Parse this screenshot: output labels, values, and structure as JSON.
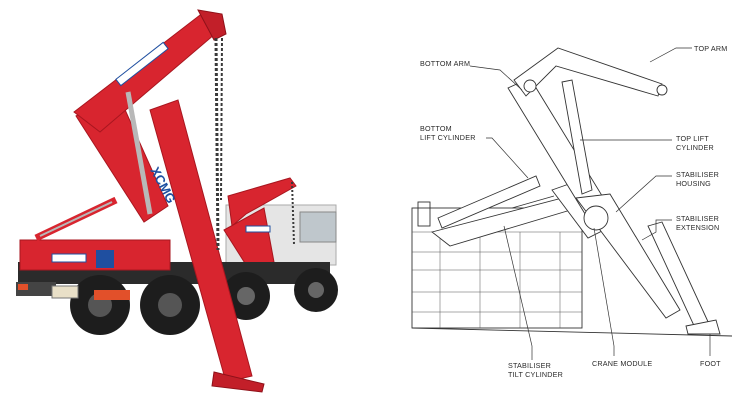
{
  "photo": {
    "brand_text": "XCMG",
    "colors": {
      "body_red": "#d8252f",
      "dark_red": "#a8161f",
      "chassis": "#2b2b2b",
      "tire": "#1d1d1d",
      "cab": "#d9d9d9",
      "chain": "#3a3a3a"
    }
  },
  "diagram": {
    "labels": {
      "bottom_arm": "BOTTOM ARM",
      "top_arm": "TOP ARM",
      "bottom_lift_cylinder_1": "BOTTOM",
      "bottom_lift_cylinder_2": "LIFT CYLINDER",
      "top_lift_cylinder_1": "TOP LIFT",
      "top_lift_cylinder_2": "CYLINDER",
      "stabiliser_housing_1": "STABILISER",
      "stabiliser_housing_2": "HOUSING",
      "stabiliser_extension_1": "STABILISER",
      "stabiliser_extension_2": "EXTENSION",
      "stabiliser_tilt_cylinder_1": "STABILISER",
      "stabiliser_tilt_cylinder_2": "TILT CYLINDER",
      "crane_module": "CRANE MODULE",
      "foot": "FOOT"
    }
  }
}
